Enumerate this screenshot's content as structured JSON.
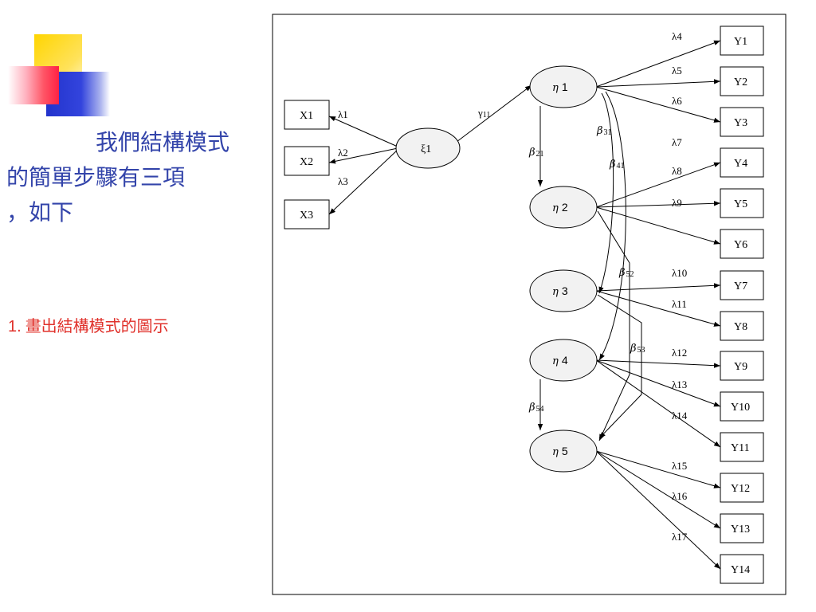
{
  "slide": {
    "title_lines": [
      "我們結構模式",
      "的簡單步驟有三項",
      "，如下"
    ],
    "step_number": "1.",
    "step_text": "畫出結構模式的圖示"
  },
  "diagram": {
    "x_indicators": [
      "X1",
      "X2",
      "X3"
    ],
    "y_indicators": [
      "Y1",
      "Y2",
      "Y3",
      "Y4",
      "Y5",
      "Y6",
      "Y7",
      "Y8",
      "Y9",
      "Y10",
      "Y11",
      "Y12",
      "Y13",
      "Y14"
    ],
    "xi": "ξ1",
    "eta_symbol": "η",
    "etas": [
      "1",
      "2",
      "3",
      "4",
      "5"
    ],
    "x_loadings": [
      "λ1",
      "λ2",
      "λ3"
    ],
    "y_loadings": [
      "λ4",
      "λ5",
      "λ6",
      "λ7",
      "λ8",
      "λ9",
      "λ10",
      "λ11",
      "λ12",
      "λ13",
      "λ14",
      "λ15",
      "λ16",
      "λ17"
    ],
    "gamma": {
      "sym": "γ",
      "sub": "11"
    },
    "beta_symbol": "β",
    "betas": [
      "21",
      "31",
      "41",
      "52",
      "53",
      "54"
    ]
  }
}
